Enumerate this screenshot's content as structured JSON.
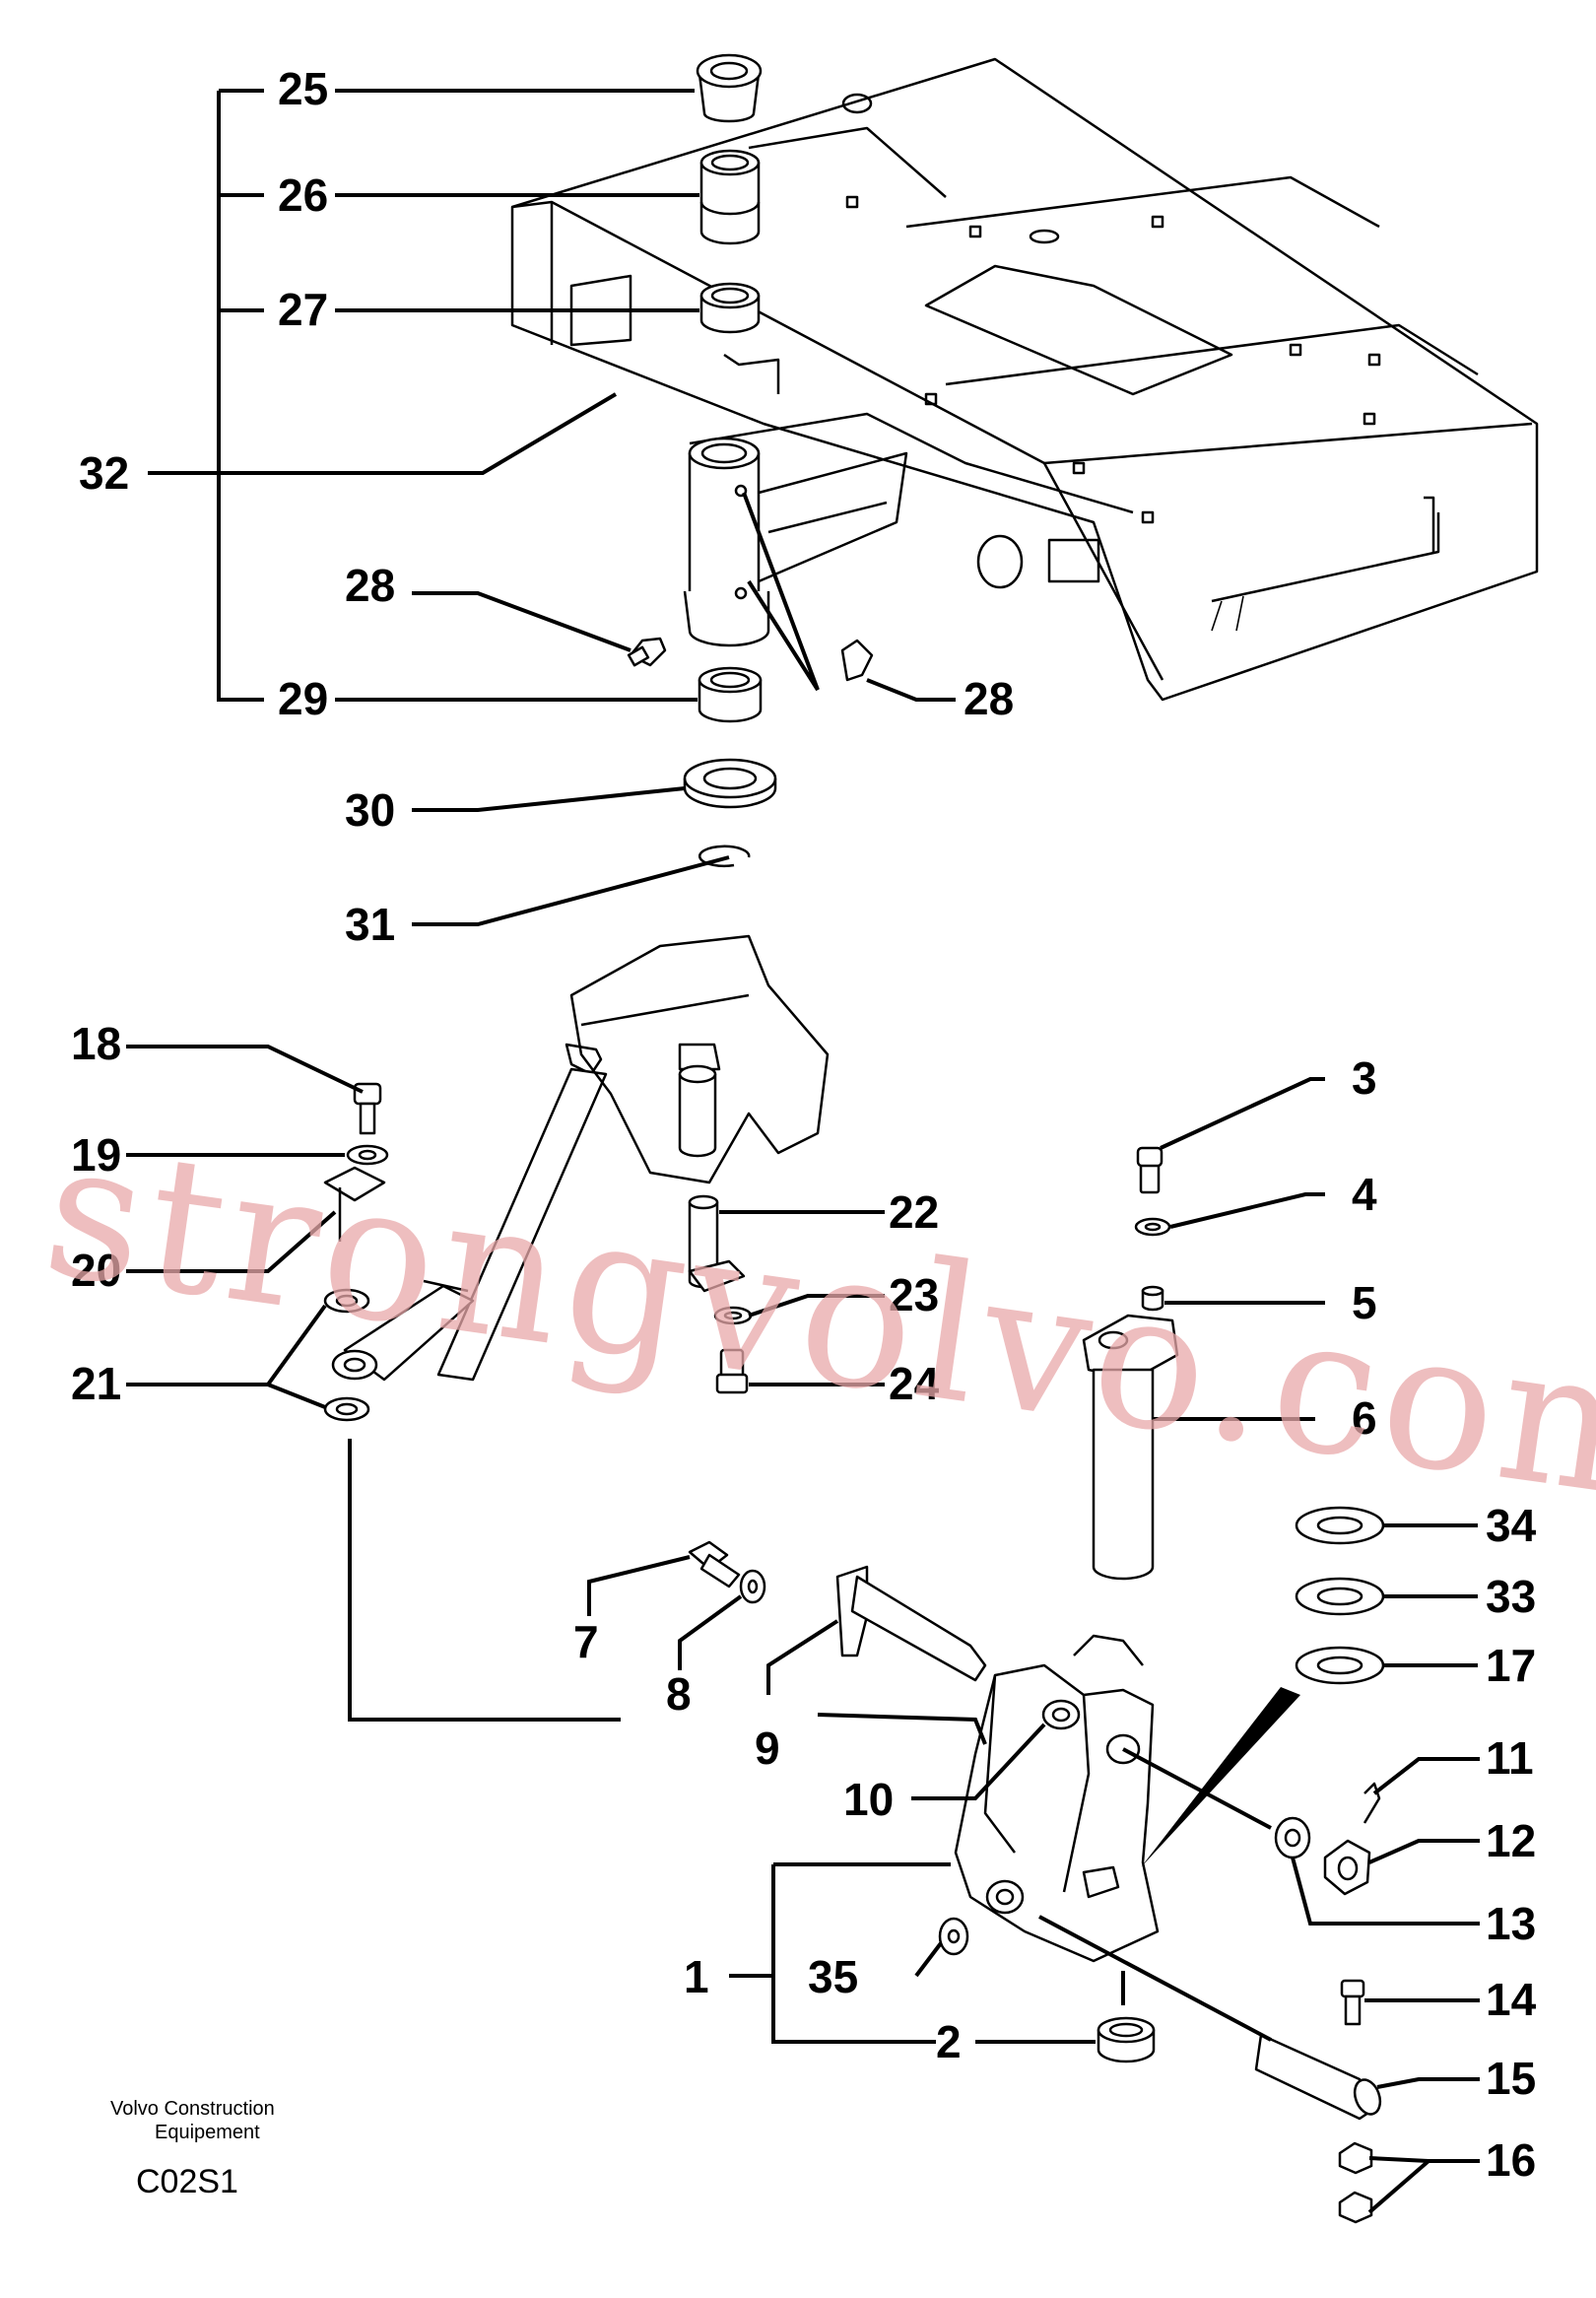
{
  "diagram": {
    "callouts": {
      "n1": "1",
      "n2": "2",
      "n3": "3",
      "n4": "4",
      "n5": "5",
      "n6": "6",
      "n7": "7",
      "n8": "8",
      "n9": "9",
      "n10": "10",
      "n11": "11",
      "n12": "12",
      "n13": "13",
      "n14": "14",
      "n15": "15",
      "n16": "16",
      "n17": "17",
      "n18": "18",
      "n19": "19",
      "n20": "20",
      "n21": "21",
      "n22": "22",
      "n23": "23",
      "n24": "24",
      "n25": "25",
      "n26": "26",
      "n27": "27",
      "n28a": "28",
      "n28b": "28",
      "n29": "29",
      "n30": "30",
      "n31": "31",
      "n32": "32",
      "n33": "33",
      "n34": "34",
      "n35": "35"
    },
    "footer": {
      "company_line1": "Volvo Construction",
      "company_line2": "Equipement",
      "code": "C02S1"
    },
    "watermark": "strongvolvo.com"
  }
}
